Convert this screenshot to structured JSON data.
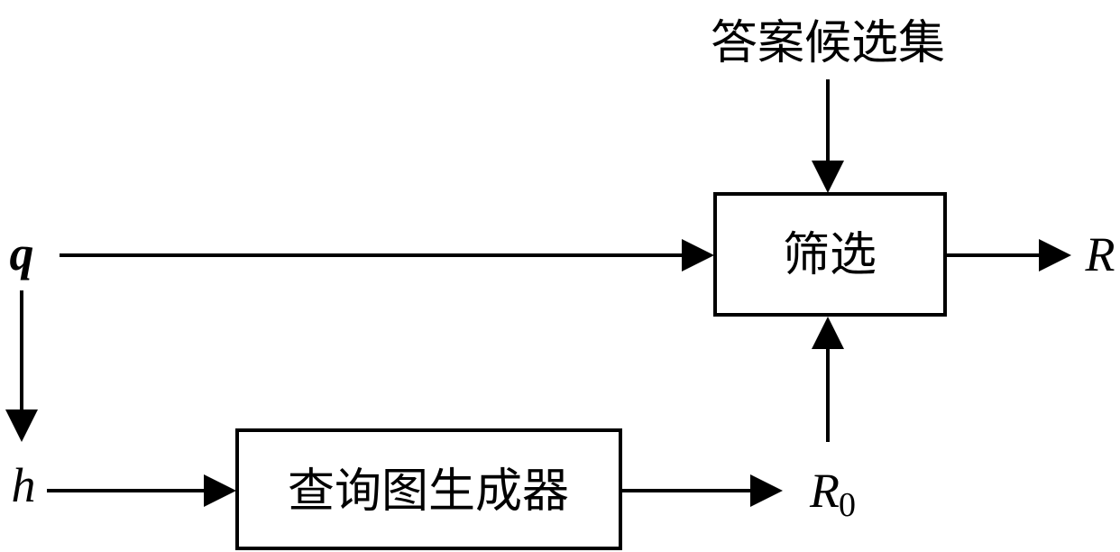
{
  "nodes": {
    "candidate_set": {
      "label": "答案候选集"
    },
    "filter": {
      "label": "筛选"
    },
    "query_graph_generator": {
      "label": "查询图生成器"
    }
  },
  "variables": {
    "q": "q",
    "h": "h",
    "r": "R",
    "r0_main": "R",
    "r0_sub": "0"
  }
}
